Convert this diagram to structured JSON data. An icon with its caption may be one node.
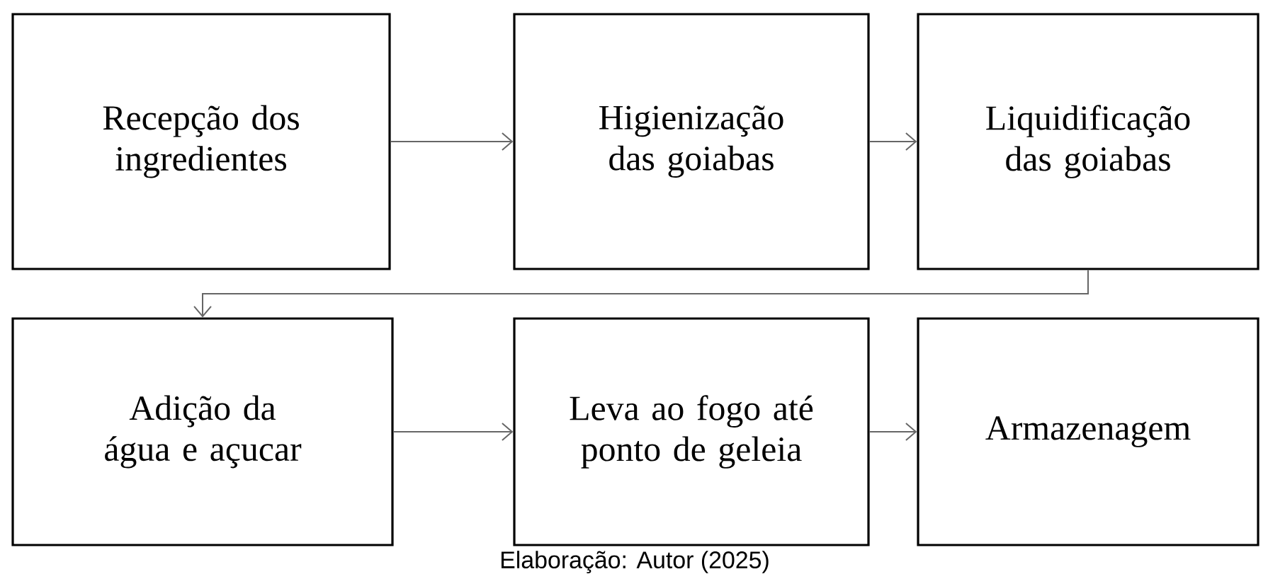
{
  "diagram": {
    "caption": "Elaboração: Autor (2025)",
    "nodes": [
      {
        "text": [
          "Recepção dos ingredientes"
        ]
      },
      {
        "text": [
          "Higienização das goiabas"
        ]
      },
      {
        "text": [
          "Liquidificação das goiabas"
        ]
      },
      {
        "text": [
          "Adição da água e açucar"
        ]
      },
      {
        "text": [
          "Leva ao fogo até ponto de geleia"
        ]
      },
      {
        "text": [
          "Armazenagem"
        ]
      }
    ],
    "edges": [
      {
        "from": 0,
        "to": 1,
        "arrow": "to"
      },
      {
        "from": 1,
        "to": 2,
        "arrow": "to"
      },
      {
        "from": 2,
        "to": 3,
        "arrow": "to"
      },
      {
        "from": 3,
        "to": 4,
        "arrow": "to"
      },
      {
        "from": 4,
        "to": 5,
        "arrow": "to"
      }
    ]
  }
}
